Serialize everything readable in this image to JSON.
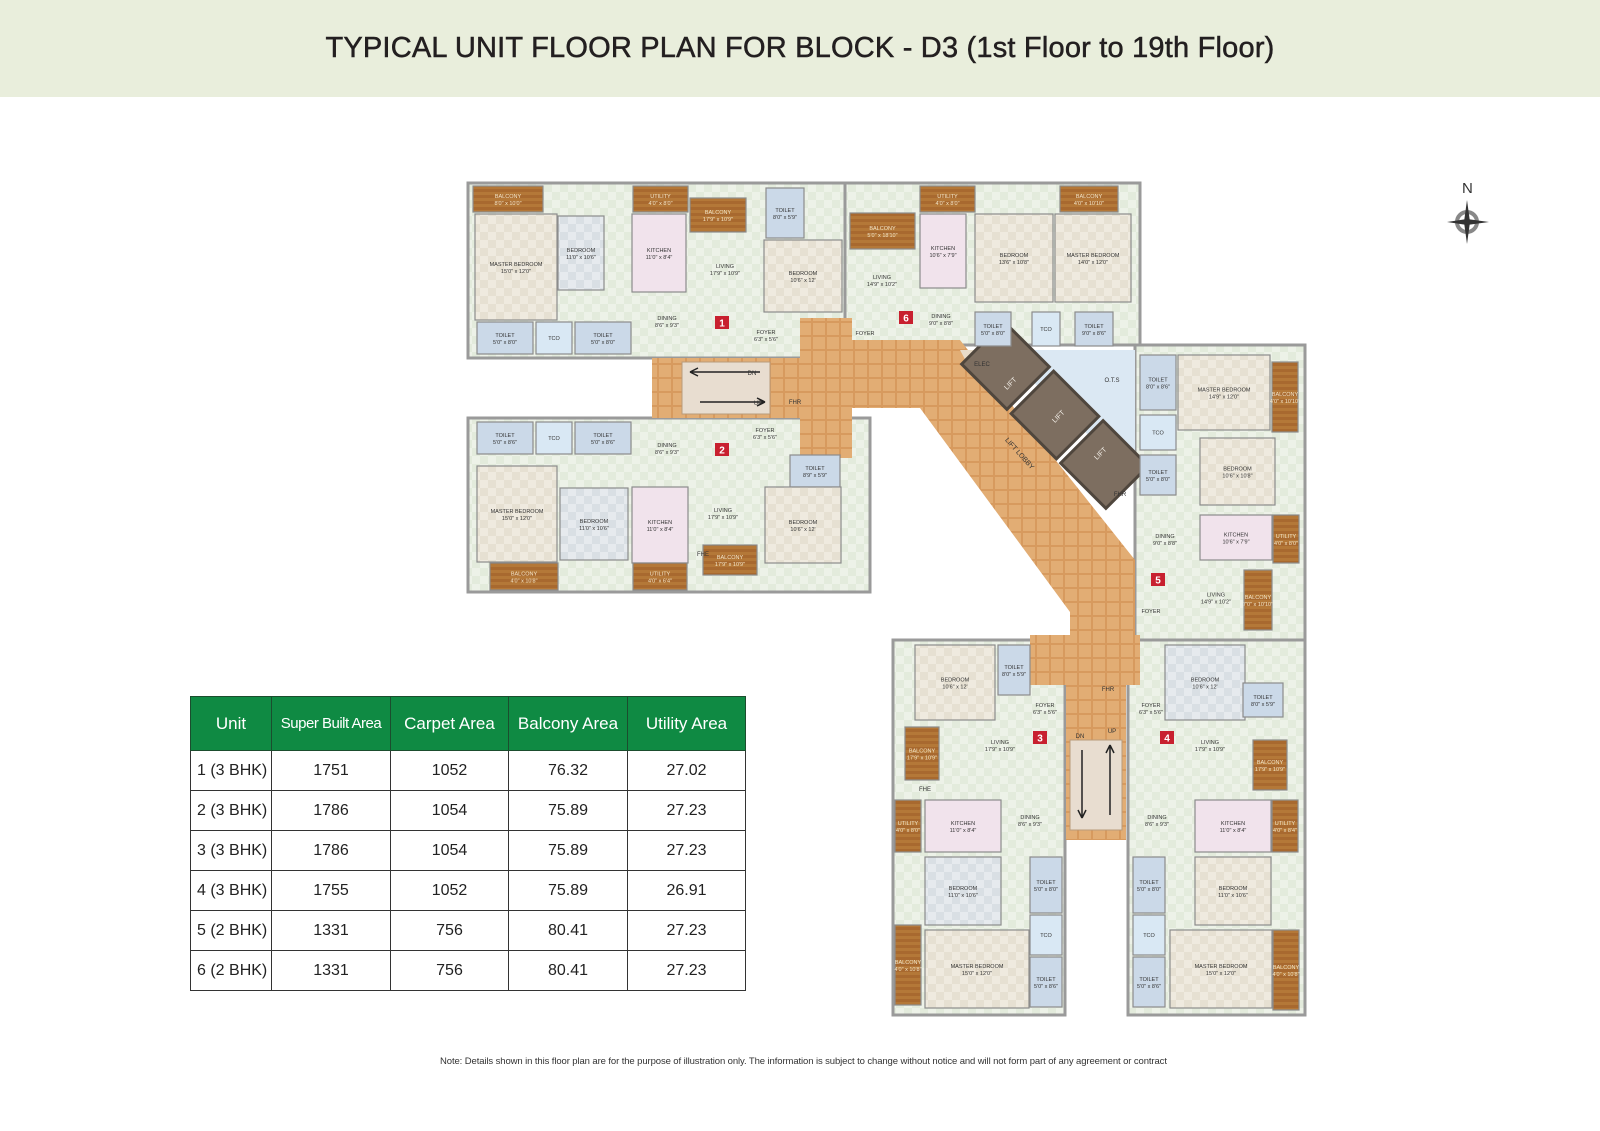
{
  "title": "TYPICAL UNIT FLOOR PLAN FOR BLOCK - D3 (1st Floor to 19th Floor)",
  "compass": {
    "label": "N",
    "icon": "compass-rose-icon"
  },
  "colors": {
    "banner": "#e9eedc",
    "table_header": "#0f8a43",
    "unit_badge": "#c8202f",
    "corridor": "#d9a067",
    "lift": "#7d6e60"
  },
  "area_table": {
    "headers": [
      "Unit",
      "Super Built Area",
      "Carpet Area",
      "Balcony Area",
      "Utility Area"
    ],
    "rows": [
      [
        "1 (3 BHK)",
        "1751",
        "1052",
        "76.32",
        "27.02"
      ],
      [
        "2 (3 BHK)",
        "1786",
        "1054",
        "75.89",
        "27.23"
      ],
      [
        "3 (3 BHK)",
        "1786",
        "1054",
        "75.89",
        "27.23"
      ],
      [
        "4 (3 BHK)",
        "1755",
        "1052",
        "75.89",
        "26.91"
      ],
      [
        "5 (2 BHK)",
        "1331",
        "756",
        "80.41",
        "27.23"
      ],
      [
        "6 (2 BHK)",
        "1331",
        "756",
        "80.41",
        "27.23"
      ]
    ]
  },
  "floor_plan": {
    "common": {
      "elec": "ELEC",
      "ots": "O.T.S",
      "lift": "LIFT",
      "lift_lobby": "LIFT LOBBY",
      "fhr": "FHR",
      "dn": "DN",
      "up": "UP",
      "fhe": "FHE"
    },
    "units": [
      {
        "number": "1",
        "rooms": [
          {
            "type": "balcony",
            "name": "BALCONY",
            "size": "8'0\" x 10'0\""
          },
          {
            "type": "bedroom",
            "name": "MASTER BEDROOM",
            "size": "15'0\" x 12'0\""
          },
          {
            "type": "bedroom2",
            "name": "BEDROOM",
            "size": "11'0\" x 10'6\""
          },
          {
            "type": "balcony",
            "name": "UTILITY",
            "size": "4'0\" x 8'0\""
          },
          {
            "type": "kitchen",
            "name": "KITCHEN",
            "size": "11'0\" x 8'4\""
          },
          {
            "type": "balcony",
            "name": "BALCONY",
            "size": "17'9\" x 10'9\""
          },
          {
            "type": "living",
            "name": "LIVING",
            "size": "17'9\" x 10'9\""
          },
          {
            "type": "toilet",
            "name": "TOILET",
            "size": "8'0\" x 5'9\""
          },
          {
            "type": "bedroom",
            "name": "BEDROOM",
            "size": "10'6\" x 12'"
          },
          {
            "type": "toilet",
            "name": "TOILET",
            "size": "5'0\" x 8'0\""
          },
          {
            "type": "tco",
            "name": "TCO",
            "size": ""
          },
          {
            "type": "toilet",
            "name": "TOILET",
            "size": "5'0\" x 8'0\""
          },
          {
            "type": "living",
            "name": "DINING",
            "size": "8'6\" x 9'3\""
          },
          {
            "type": "living",
            "name": "FOYER",
            "size": "6'3\" x 5'6\""
          }
        ]
      },
      {
        "number": "2",
        "rooms": [
          {
            "type": "toilet",
            "name": "TOILET",
            "size": "5'0\" x 8'6\""
          },
          {
            "type": "tco",
            "name": "TCO",
            "size": ""
          },
          {
            "type": "toilet",
            "name": "TOILET",
            "size": "5'0\" x 8'6\""
          },
          {
            "type": "living",
            "name": "DINING",
            "size": "8'6\" x 9'3\""
          },
          {
            "type": "living",
            "name": "FOYER",
            "size": "6'3\" x 5'6\""
          },
          {
            "type": "toilet",
            "name": "TOILET",
            "size": "8'9\" x 5'9\""
          },
          {
            "type": "bedroom",
            "name": "MASTER BEDROOM",
            "size": "15'0\" x 12'0\""
          },
          {
            "type": "bedroom2",
            "name": "BEDROOM",
            "size": "11'0\" x 10'6\""
          },
          {
            "type": "kitchen",
            "name": "KITCHEN",
            "size": "11'0\" x 8'4\""
          },
          {
            "type": "living",
            "name": "LIVING",
            "size": "17'9\" x 10'9\""
          },
          {
            "type": "bedroom",
            "name": "BEDROOM",
            "size": "10'6\" x 12'"
          },
          {
            "type": "balcony",
            "name": "BALCONY",
            "size": "4'0\" x 10'8\""
          },
          {
            "type": "balcony",
            "name": "UTILITY",
            "size": "4'0\" x 6'4\""
          },
          {
            "type": "balcony",
            "name": "BALCONY",
            "size": "17'9\" x 10'9\""
          }
        ]
      },
      {
        "number": "3",
        "rooms": [
          {
            "type": "bedroom",
            "name": "BEDROOM",
            "size": "10'6\" x 12'"
          },
          {
            "type": "toilet",
            "name": "TOILET",
            "size": "8'0\" x 5'9\""
          },
          {
            "type": "living",
            "name": "FOYER",
            "size": "6'3\" x 5'6\""
          },
          {
            "type": "living",
            "name": "LIVING",
            "size": "17'9\" x 10'9\""
          },
          {
            "type": "balcony",
            "name": "BALCONY",
            "size": "17'9\" x 10'9\""
          },
          {
            "type": "balcony",
            "name": "UTILITY",
            "size": "4'0\" x 8'0\""
          },
          {
            "type": "kitchen",
            "name": "KITCHEN",
            "size": "11'0\" x 8'4\""
          },
          {
            "type": "living",
            "name": "DINING",
            "size": "8'6\" x 9'3\""
          },
          {
            "type": "bedroom2",
            "name": "BEDROOM",
            "size": "11'0\" x 10'6\""
          },
          {
            "type": "toilet",
            "name": "TOILET",
            "size": "5'0\" x 8'0\""
          },
          {
            "type": "tco",
            "name": "TCO",
            "size": ""
          },
          {
            "type": "bedroom",
            "name": "MASTER BEDROOM",
            "size": "15'0\" x 12'0\""
          },
          {
            "type": "balcony",
            "name": "BALCONY",
            "size": "4'0\" x 10'8\""
          },
          {
            "type": "toilet",
            "name": "TOILET",
            "size": "5'0\" x 8'6\""
          }
        ]
      },
      {
        "number": "4",
        "rooms": [
          {
            "type": "bedroom2",
            "name": "BEDROOM",
            "size": "10'6\" x 12'"
          },
          {
            "type": "toilet",
            "name": "TOILET",
            "size": "8'0\" x 5'9\""
          },
          {
            "type": "living",
            "name": "FOYER",
            "size": "6'3\" x 5'6\""
          },
          {
            "type": "living",
            "name": "LIVING",
            "size": "17'9\" x 10'9\""
          },
          {
            "type": "balcony",
            "name": "BALCONY",
            "size": "17'9\" x 10'9\""
          },
          {
            "type": "kitchen",
            "name": "KITCHEN",
            "size": "11'0\" x 8'4\""
          },
          {
            "type": "balcony",
            "name": "UTILITY",
            "size": "4'0\" x 8'4\""
          },
          {
            "type": "living",
            "name": "DINING",
            "size": "8'6\" x 9'3\""
          },
          {
            "type": "bedroom",
            "name": "BEDROOM",
            "size": "11'0\" x 10'6\""
          },
          {
            "type": "toilet",
            "name": "TOILET",
            "size": "5'0\" x 8'0\""
          },
          {
            "type": "tco",
            "name": "TCO",
            "size": ""
          },
          {
            "type": "bedroom",
            "name": "MASTER BEDROOM",
            "size": "15'0\" x 12'0\""
          },
          {
            "type": "balcony",
            "name": "BALCONY",
            "size": "4'0\" x 10'8\""
          },
          {
            "type": "toilet",
            "name": "TOILET",
            "size": "5'0\" x 8'6\""
          }
        ]
      },
      {
        "number": "5",
        "rooms": [
          {
            "type": "toilet",
            "name": "TOILET",
            "size": "8'0\" x 8'6\""
          },
          {
            "type": "tco",
            "name": "TCO",
            "size": ""
          },
          {
            "type": "toilet",
            "name": "TOILET",
            "size": "5'0\" x 8'0\""
          },
          {
            "type": "bedroom",
            "name": "MASTER BEDROOM",
            "size": "14'9\" x 12'0\""
          },
          {
            "type": "balcony",
            "name": "BALCONY",
            "size": "4'0\" x 10'10\""
          },
          {
            "type": "bedroom",
            "name": "BEDROOM",
            "size": "10'6\" x 10'8\""
          },
          {
            "type": "living",
            "name": "DINING",
            "size": "9'0\" x 8'8\""
          },
          {
            "type": "kitchen",
            "name": "KITCHEN",
            "size": "10'6\" x 7'9\""
          },
          {
            "type": "balcony",
            "name": "UTILITY",
            "size": "4'0\" x 8'0\""
          },
          {
            "type": "living",
            "name": "LIVING",
            "size": "14'9\" x 10'2\""
          },
          {
            "type": "balcony",
            "name": "BALCONY",
            "size": "7'0\" x 10'10\""
          },
          {
            "type": "living",
            "name": "FOYER",
            "size": ""
          }
        ]
      },
      {
        "number": "6",
        "rooms": [
          {
            "type": "balcony",
            "name": "BALCONY",
            "size": "5'0\" x 18'10\""
          },
          {
            "type": "balcony",
            "name": "UTILITY",
            "size": "4'0\" x 8'0\""
          },
          {
            "type": "kitchen",
            "name": "KITCHEN",
            "size": "10'6\" x 7'9\""
          },
          {
            "type": "bedroom",
            "name": "BEDROOM",
            "size": "13'6\" x 10'8\""
          },
          {
            "type": "balcony",
            "name": "BALCONY",
            "size": "4'0\" x 10'10\""
          },
          {
            "type": "bedroom",
            "name": "MASTER BEDROOM",
            "size": "14'0\" x 12'0\""
          },
          {
            "type": "living",
            "name": "LIVING",
            "size": "14'9\" x 10'2\""
          },
          {
            "type": "living",
            "name": "DINING",
            "size": "9'0\" x 8'8\""
          },
          {
            "type": "toilet",
            "name": "TOILET",
            "size": "5'0\" x 8'0\""
          },
          {
            "type": "tco",
            "name": "TCO",
            "size": ""
          },
          {
            "type": "toilet",
            "name": "TOILET",
            "size": "9'0\" x 8'6\""
          },
          {
            "type": "living",
            "name": "FOYER",
            "size": ""
          }
        ]
      }
    ]
  },
  "note": "Note: Details shown in this floor plan are for the purpose of illustration only. The information is subject to change without notice and will not form part of any agreement or contract"
}
